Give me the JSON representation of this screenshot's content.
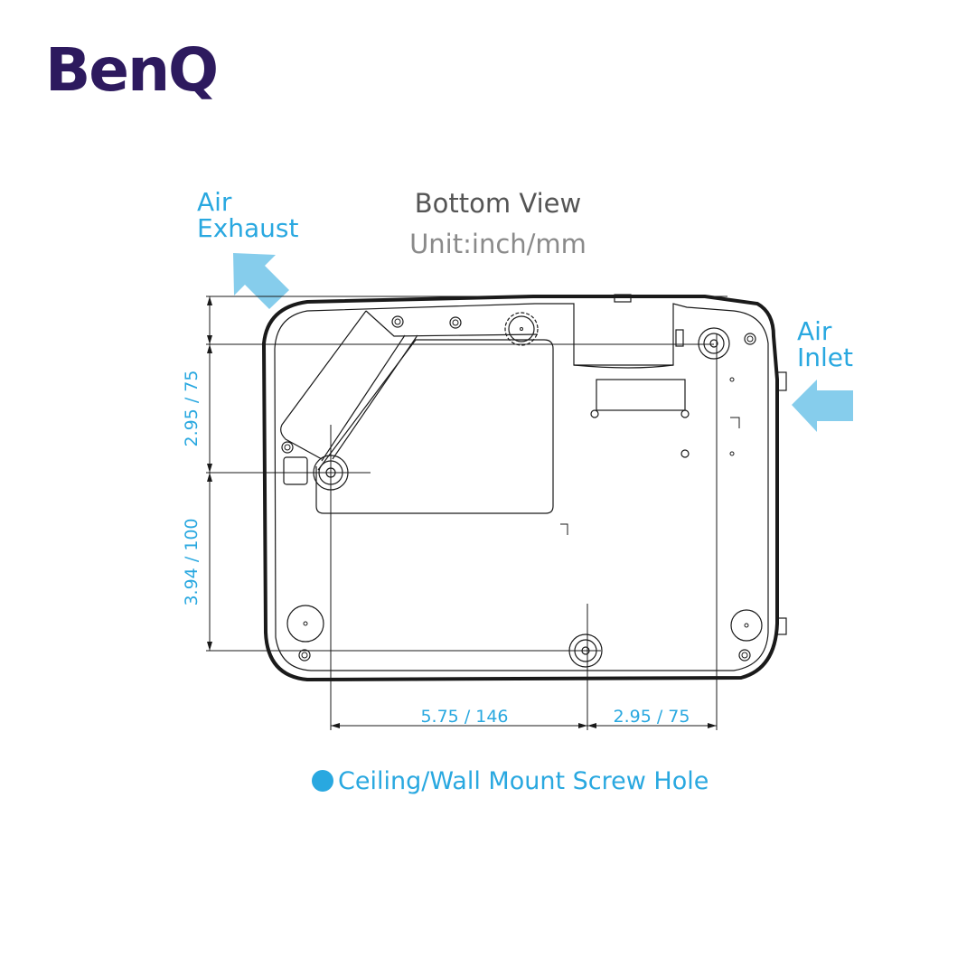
{
  "brand": {
    "logo_text": "BenQ",
    "color": "#2d1a5e"
  },
  "title": "Bottom View",
  "unit": "Unit:inch/mm",
  "air_exhaust": {
    "line1": "Air",
    "line2": "Exhaust"
  },
  "air_inlet": {
    "line1": "Air",
    "line2": "Inlet"
  },
  "dimensions": {
    "vertical_upper": "2.95 / 75",
    "vertical_lower": "3.94 / 100",
    "horizontal_left": "5.75 / 146",
    "horizontal_right": "2.95 / 75"
  },
  "legend": {
    "label": "Ceiling/Wall Mount Screw Hole",
    "icon": "filled-circle-icon"
  },
  "colors": {
    "accent": "#29a8e0",
    "arrow": "#86cdec",
    "title": "#555555",
    "unit": "#8a8a8a",
    "line": "#1a1a1a"
  }
}
